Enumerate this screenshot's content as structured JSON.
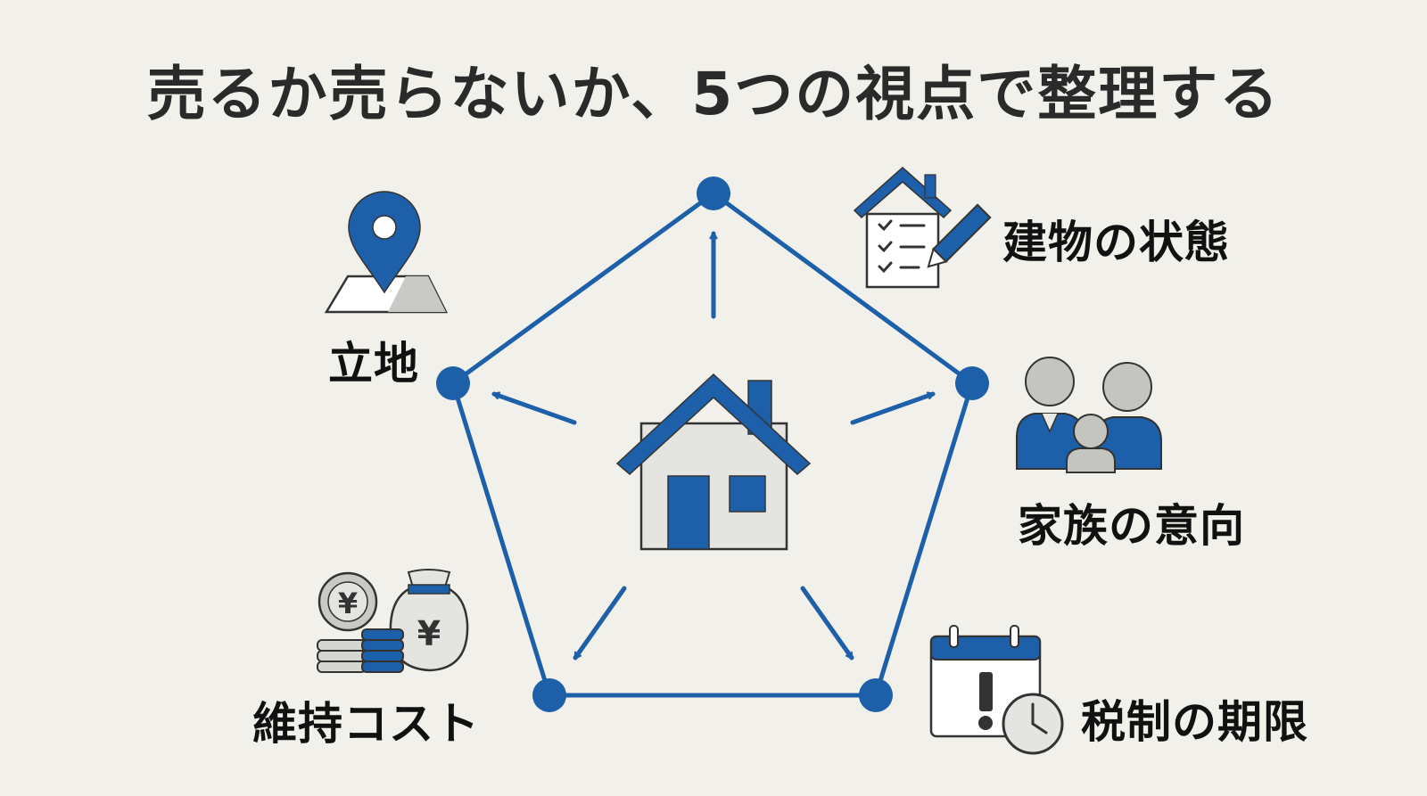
{
  "title": "売るか売らないか、5つの視点で整理する",
  "viewpoints": [
    {
      "label": "立地",
      "icon": "map-pin-icon"
    },
    {
      "label": "建物の状態",
      "icon": "house-checklist-icon"
    },
    {
      "label": "家族の意向",
      "icon": "family-icon"
    },
    {
      "label": "税制の期限",
      "icon": "calendar-clock-icon"
    },
    {
      "label": "維持コスト",
      "icon": "yen-coins-bag-icon"
    }
  ],
  "center_icon": "house-icon",
  "currency_symbol": "¥",
  "colors": {
    "accent": "#1d5fa8",
    "background": "#f1f0ea",
    "text": "#1c1c1c",
    "gray": "#d5d5d2"
  }
}
